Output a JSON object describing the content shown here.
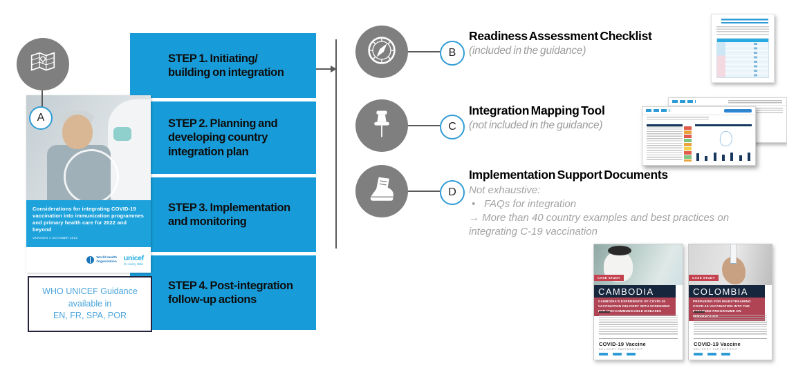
{
  "colors": {
    "step_blue": "#189CD9",
    "cover_blue": "#1EA2DC",
    "icon_gray": "#7F7F7F",
    "badge_border_blue": "#2E9BD6",
    "connector_gray": "#595959",
    "subtitle_gray": "#9C9C9C",
    "case_study_red": "#B04455",
    "case_study_navy": "#16263D"
  },
  "guidance": {
    "badge": "A",
    "cover": {
      "title": "Considerations for integrating COVID-19 vaccination into immunization programmes and primary health care for 2022 and beyond",
      "version": "VERSION 1 OCTOBER 2022",
      "who_line1": "World Health",
      "who_line2": "Organization",
      "unicef": "unicef",
      "unicef_tagline": "for every child"
    },
    "availability": {
      "line1": "WHO UNICEF Guidance",
      "line2": "available in",
      "line3": "EN, FR, SPA, POR"
    }
  },
  "steps": [
    {
      "label": "STEP 1. Initiating/ building on integration"
    },
    {
      "label": "STEP 2. Planning and developing country integration plan"
    },
    {
      "label": "STEP 3. Implementation and monitoring"
    },
    {
      "label": "STEP 4. Post-integration follow-up actions"
    }
  ],
  "tools": [
    {
      "letter": "B",
      "icon": "compass-icon",
      "title": "Readiness Assessment Checklist",
      "subtitle": "(included in the guidance)"
    },
    {
      "letter": "C",
      "icon": "pushpin-icon",
      "title": "Integration Mapping Tool",
      "subtitle": "(not included in the guidance)"
    },
    {
      "letter": "D",
      "icon": "boot-icon",
      "title": "Implementation Support Documents",
      "note": "Not exhaustive:",
      "bullet_marker": "•",
      "bullet": "FAQs for integration",
      "arrow_note": "→ More than 40 country examples and best practices on integrating C-19 vaccination"
    }
  ],
  "case_studies": [
    {
      "tag": "CASE STUDY",
      "country": "CAMBODIA",
      "title": "CAMBODIA'S EXPERIENCE OF COVID-19 VACCINATION DELIVERY WITH SCREENING FOR NON-COMMUNICABLE DISEASES",
      "footer_title": "COVID-19 Vaccine",
      "footer_subtitle": "DELIVERY PARTNERSHIP"
    },
    {
      "tag": "CASE STUDY",
      "country": "COLOMBIA",
      "title": "PREPARING FOR MAINSTREAMING COVID-19 VACCINATION INTO THE EXPANDED PROGRAMME ON IMMUNIZATION",
      "footer_title": "COVID-19 Vaccine",
      "footer_subtitle": "DELIVERY PARTNERSHIP"
    }
  ]
}
